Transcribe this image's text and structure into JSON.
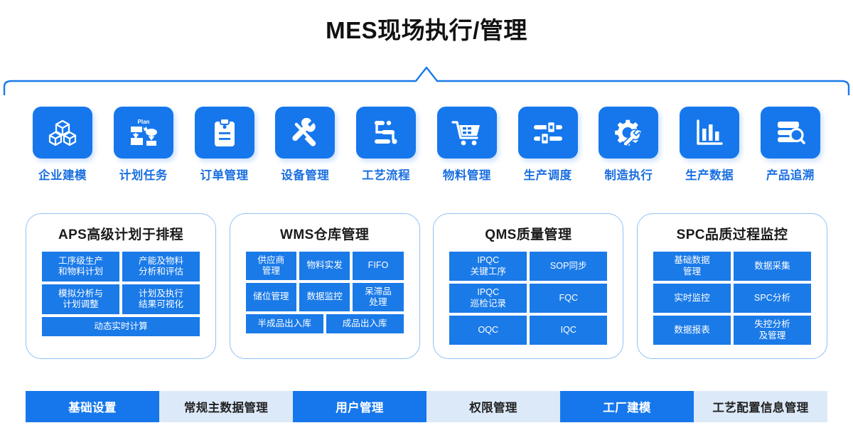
{
  "header": {
    "title": "MES现场执行/管理",
    "bracket_color": "#1a7ae8"
  },
  "colors": {
    "tile_blue": "#1677ec",
    "inner_tile_blue": "#1a7ae8",
    "label_blue": "#1a6fe0",
    "light_blue": "#dce9f9",
    "card_border": "#8fc2f5"
  },
  "modules": [
    {
      "icon": "cubes-icon",
      "label": "企业建模"
    },
    {
      "icon": "plan-flowchart-icon",
      "label": "计划任务"
    },
    {
      "icon": "clipboard-icon",
      "label": "订单管理"
    },
    {
      "icon": "wrench-screwdriver-icon",
      "label": "设备管理"
    },
    {
      "icon": "process-flow-icon",
      "label": "工艺流程"
    },
    {
      "icon": "shopping-cart-icon",
      "label": "物料管理"
    },
    {
      "icon": "sliders-icon",
      "label": "生产调度"
    },
    {
      "icon": "gear-wrench-icon",
      "label": "制造执行"
    },
    {
      "icon": "bar-chart-icon",
      "label": "生产数据"
    },
    {
      "icon": "document-search-icon",
      "label": "产品追溯"
    }
  ],
  "cards": [
    {
      "id": "aps",
      "title": "APS高级计划于排程",
      "layout": "grid-2",
      "items": [
        {
          "label": "工序级生产\n和物料计划",
          "full": false
        },
        {
          "label": "产能及物料\n分析和评估",
          "full": false
        },
        {
          "label": "模拟分析与\n计划调整",
          "full": false
        },
        {
          "label": "计划及执行\n结果可视化",
          "full": false
        },
        {
          "label": "动态实时计算",
          "full": true
        }
      ]
    },
    {
      "id": "wms",
      "title": "WMS仓库管理",
      "layout": "grid-3",
      "items": [
        {
          "label": "供应商\n管理",
          "half": false
        },
        {
          "label": "物料实发",
          "half": false
        },
        {
          "label": "FIFO",
          "half": false
        },
        {
          "label": "储位管理",
          "half": false
        },
        {
          "label": "数据监控",
          "half": false
        },
        {
          "label": "呆滞品\n处理",
          "half": false
        },
        {
          "label": "半成品出入库",
          "half": true
        },
        {
          "label": "成品出入库",
          "half": true
        }
      ]
    },
    {
      "id": "qms",
      "title": "QMS质量管理",
      "layout": "grid-2b",
      "items": [
        {
          "label": "IPQC\n关键工序"
        },
        {
          "label": "SOP同步"
        },
        {
          "label": "IPQC\n巡检记录"
        },
        {
          "label": "FQC"
        },
        {
          "label": "OQC"
        },
        {
          "label": "IQC"
        }
      ]
    },
    {
      "id": "spc",
      "title": "SPC品质过程监控",
      "layout": "grid-2b",
      "items": [
        {
          "label": "基础数据\n管理"
        },
        {
          "label": "数据采集"
        },
        {
          "label": "实时监控"
        },
        {
          "label": "SPC分析"
        },
        {
          "label": "数据报表"
        },
        {
          "label": "失控分析\n及管理"
        }
      ]
    }
  ],
  "bottom_bar": [
    {
      "label": "基础设置",
      "style": "blue"
    },
    {
      "label": "常规主数据管理",
      "style": "light"
    },
    {
      "label": "用户管理",
      "style": "blue"
    },
    {
      "label": "权限管理",
      "style": "light"
    },
    {
      "label": "工厂建模",
      "style": "blue"
    },
    {
      "label": "工艺配置信息管理",
      "style": "light"
    }
  ]
}
